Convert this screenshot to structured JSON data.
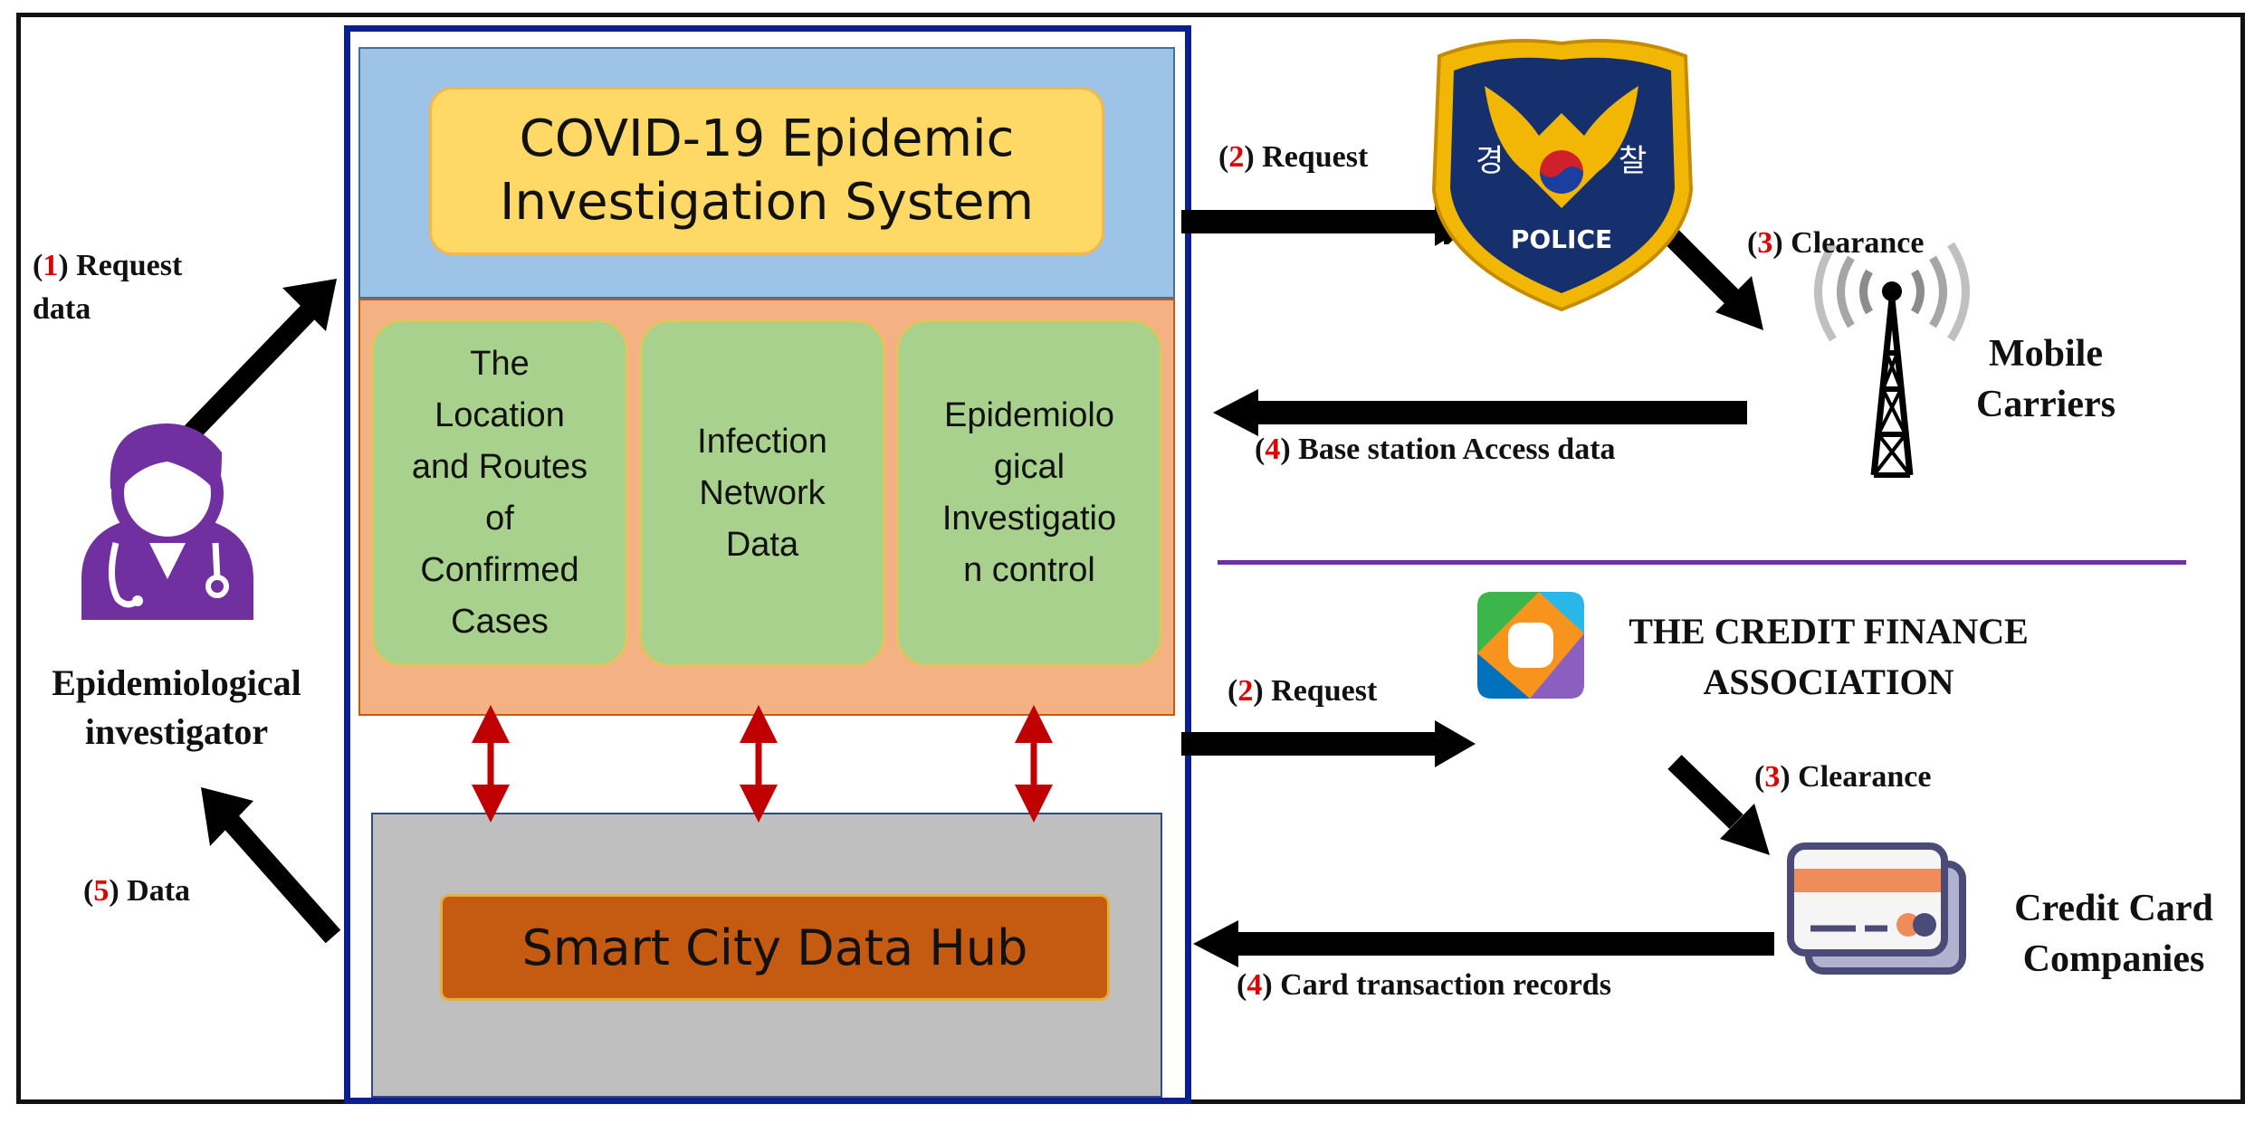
{
  "system": {
    "title": "COVID-19 Epidemic\nInvestigation System",
    "modules": [
      "The\nLocation\nand Routes\nof\nConfirmed\nCases",
      "Infection\nNetwork\nData",
      "Epidemiolo\ngical\nInvestigatio\nn control"
    ],
    "hub": "Smart City Data Hub"
  },
  "investigator": {
    "label": "Epidemiological\ninvestigator",
    "step1": {
      "num": "1",
      "text": "Request\n data"
    },
    "step5": {
      "num": "5",
      "text": "Data"
    }
  },
  "police_flow": {
    "badge_text": "POLICE",
    "badge_chars": [
      "경",
      "찰"
    ],
    "request": {
      "num": "2",
      "text": "Request"
    },
    "clearance": {
      "num": "3",
      "text": "Clearance"
    },
    "carrier": "Mobile\nCarriers",
    "return": {
      "num": "4",
      "text": "Base station Access data"
    }
  },
  "credit_flow": {
    "association": "THE CREDIT FINANCE\nASSOCIATION",
    "request": {
      "num": "2",
      "text": "Request"
    },
    "clearance": {
      "num": "3",
      "text": "Clearance"
    },
    "companies": "Credit Card\nCompanies",
    "return": {
      "num": "4",
      "text": "Card transaction records"
    }
  },
  "colors": {
    "frame_blue": "#0b1f8f",
    "panel_blue": "#9dc3e6",
    "panel_orange": "#f4b183",
    "module_green": "#a9d18e",
    "title_yellow": "#ffd966",
    "hub_orange": "#c55a11",
    "link_red": "#c00000",
    "investigator_purple": "#7030a0",
    "number_red": "#e00000"
  },
  "icons": [
    "person-doctor-icon",
    "police-badge-icon",
    "cell-tower-icon",
    "credit-finance-logo-icon",
    "credit-card-icon"
  ]
}
